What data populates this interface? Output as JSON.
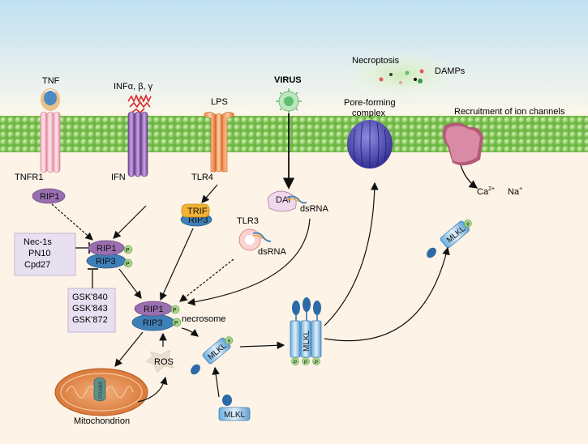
{
  "colors": {
    "sky_top": "#bfe0f2",
    "sky_bottom": "#fbf7ec",
    "cytoplasm": "#fdf3e6",
    "membrane_green": "#7ec84a",
    "rip1": "#9a6fb0",
    "rip3": "#3f7fb8",
    "mlkl": "#8fc3e8",
    "phospho": "#a6d98a",
    "trif": "#f2b233",
    "inhibitor_box": "#e8e0f0",
    "mito": "#e2884a"
  },
  "receptors": {
    "tnf": "TNF",
    "tnfr1": "TNFR1",
    "infa": "INFα, β, γ",
    "ifn": "IFN",
    "lps": "LPS",
    "tlr4": "TLR4",
    "virus": "VIRUS"
  },
  "adaptors": {
    "rip1": "RIP1",
    "rip3": "RIP3",
    "trif": "TRIF",
    "dai": "DAI",
    "dsrna": "dsRNA",
    "tlr3": "TLR3",
    "p": "P"
  },
  "inhibitors": {
    "nec": [
      "Nec-1s",
      "PN10",
      "Cpd27"
    ],
    "gsk": [
      "GSK'840",
      "GSK'843",
      "GSK'872"
    ]
  },
  "labels": {
    "necrosome": "necrosome",
    "ros": "ROS",
    "mitochondrion": "Mitochondrion",
    "pgam5": "PGAM5",
    "mlkl": "MLKL",
    "necroptosis": "Necroptosis",
    "damps": "DAMPs",
    "pore_forming": "Pore-forming",
    "complex": "complex",
    "recruitment": "Recruitment of ion channels",
    "ca": "Ca",
    "ca_sup": "2+",
    "na": "Na",
    "na_sup": "+"
  }
}
